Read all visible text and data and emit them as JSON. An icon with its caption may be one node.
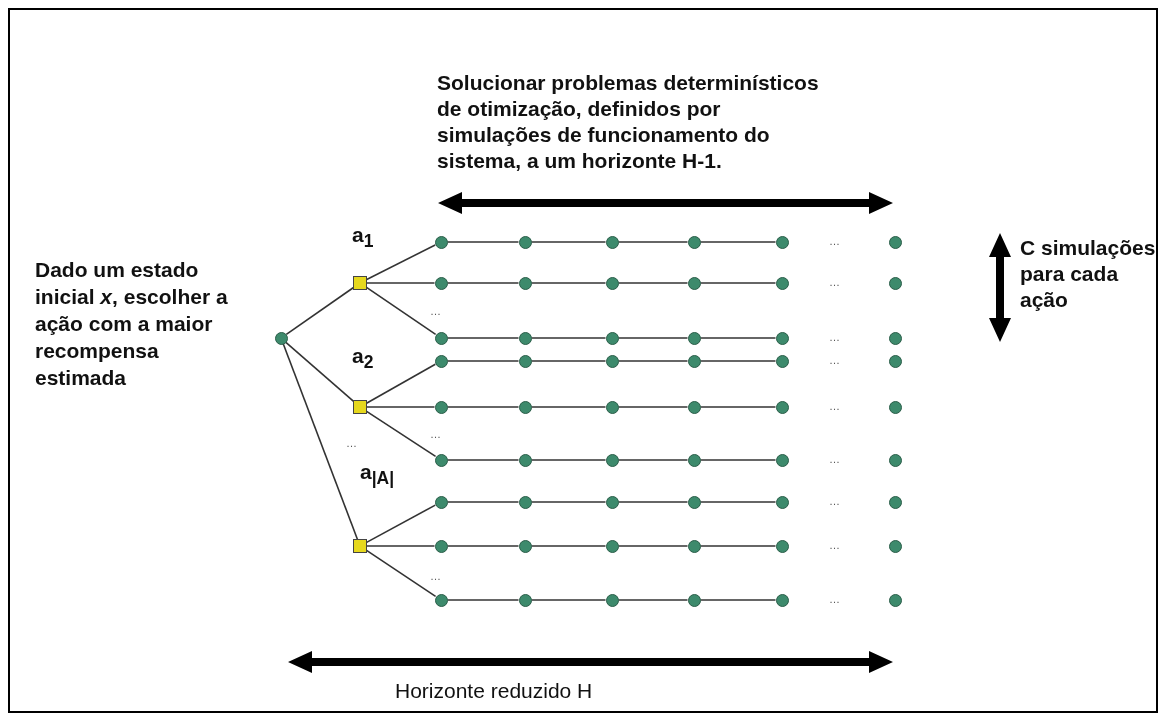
{
  "diagram": {
    "nodes": [
      {
        "text": [],
        "shape": "circle",
        "beside": [
          "Dado um estado inicial *x*, escolher a ação com a maior recompensa estimada"
        ]
      },
      {
        "text": [],
        "shape": "box",
        "beside": [
          "a$_{1}$"
        ]
      },
      {
        "text": [],
        "shape": "circle"
      },
      {
        "text": [],
        "shape": "circle"
      },
      {
        "text": [],
        "shape": "circle"
      },
      {
        "text": [],
        "shape": "circle"
      },
      {
        "text": [],
        "shape": "circle"
      },
      {
        "text": [],
        "shape": "circle"
      },
      {
        "text": [],
        "shape": "circle"
      },
      {
        "text": [],
        "shape": "circle"
      },
      {
        "text": [],
        "shape": "circle"
      },
      {
        "text": [],
        "shape": "circle"
      },
      {
        "text": [],
        "shape": "circle"
      },
      {
        "text": [],
        "shape": "circle"
      },
      {
        "text": [],
        "shape": "circle"
      },
      {
        "text": [],
        "shape": "circle"
      },
      {
        "text": [],
        "shape": "circle"
      },
      {
        "text": [],
        "shape": "circle"
      },
      {
        "text": [],
        "shape": "circle"
      },
      {
        "text": [],
        "shape": "circle"
      },
      {
        "text": [],
        "shape": "box",
        "beside": [
          "a$_{2}$"
        ]
      },
      {
        "text": [],
        "shape": "circle"
      },
      {
        "text": [],
        "shape": "circle"
      },
      {
        "text": [],
        "shape": "circle"
      },
      {
        "text": [],
        "shape": "circle"
      },
      {
        "text": [],
        "shape": "circle"
      },
      {
        "text": [],
        "shape": "circle"
      },
      {
        "text": [],
        "shape": "circle"
      },
      {
        "text": [],
        "shape": "circle"
      },
      {
        "text": [],
        "shape": "circle"
      },
      {
        "text": [],
        "shape": "circle"
      },
      {
        "text": [],
        "shape": "circle"
      },
      {
        "text": [],
        "shape": "circle"
      },
      {
        "text": [],
        "shape": "circle"
      },
      {
        "text": [],
        "shape": "circle"
      },
      {
        "text": [],
        "shape": "circle"
      },
      {
        "text": [],
        "shape": "circle"
      },
      {
        "text": [],
        "shape": "circle"
      },
      {
        "text": [],
        "shape": "circle"
      },
      {
        "text": [],
        "shape": "box",
        "beside": [
          "a$_{|A|}$"
        ]
      },
      {
        "text": [],
        "shape": "circle"
      },
      {
        "text": [],
        "shape": "circle"
      },
      {
        "text": [],
        "shape": "circle"
      },
      {
        "text": [],
        "shape": "circle"
      },
      {
        "text": [],
        "shape": "circle"
      },
      {
        "text": [],
        "shape": "circle"
      },
      {
        "text": [],
        "shape": "circle"
      },
      {
        "text": [],
        "shape": "circle"
      },
      {
        "text": [],
        "shape": "circle"
      },
      {
        "text": [],
        "shape": "circle"
      },
      {
        "text": [],
        "shape": "circle"
      },
      {
        "text": [],
        "shape": "circle"
      },
      {
        "text": [],
        "shape": "circle"
      },
      {
        "text": [],
        "shape": "circle"
      },
      {
        "text": [],
        "shape": "circle"
      },
      {
        "text": [],
        "shape": "circle"
      },
      {
        "text": [],
        "shape": "circle"
      },
      {
        "text": [],
        "shape": "circle"
      },
      {
        "text": [],
        "shape": "arrow"
      },
      {
        "text": [],
        "shape": "arrow"
      },
      {
        "text": [],
        "shape": "arrow"
      }
    ],
    "edges": [
      {
        "from": 0,
        "to": 1,
        "arrow": "none"
      },
      {
        "from": 0,
        "to": 20,
        "arrow": "none"
      },
      {
        "from": 0,
        "to": 39,
        "arrow": "none"
      },
      {
        "from": 1,
        "to": 2,
        "arrow": "none"
      },
      {
        "from": 1,
        "to": 8,
        "arrow": "none"
      },
      {
        "from": 1,
        "to": 14,
        "arrow": "none"
      },
      {
        "from": 2,
        "to": 3,
        "arrow": "none"
      },
      {
        "from": 3,
        "to": 4,
        "arrow": "none"
      },
      {
        "from": 4,
        "to": 5,
        "arrow": "none"
      },
      {
        "from": 5,
        "to": 6,
        "arrow": "none"
      },
      {
        "from": 8,
        "to": 9,
        "arrow": "none"
      },
      {
        "from": 9,
        "to": 10,
        "arrow": "none"
      },
      {
        "from": 10,
        "to": 11,
        "arrow": "none"
      },
      {
        "from": 11,
        "to": 12,
        "arrow": "none"
      },
      {
        "from": 14,
        "to": 15,
        "arrow": "none"
      },
      {
        "from": 15,
        "to": 16,
        "arrow": "none"
      },
      {
        "from": 16,
        "to": 17,
        "arrow": "none"
      },
      {
        "from": 17,
        "to": 18,
        "arrow": "none"
      },
      {
        "from": 20,
        "to": 21,
        "arrow": "none"
      },
      {
        "from": 20,
        "to": 27,
        "arrow": "none"
      },
      {
        "from": 20,
        "to": 33,
        "arrow": "none"
      },
      {
        "from": 21,
        "to": 22,
        "arrow": "none"
      },
      {
        "from": 22,
        "to": 23,
        "arrow": "none"
      },
      {
        "from": 23,
        "to": 24,
        "arrow": "none"
      },
      {
        "from": 24,
        "to": 25,
        "arrow": "none"
      },
      {
        "from": 27,
        "to": 28,
        "arrow": "none"
      },
      {
        "from": 28,
        "to": 29,
        "arrow": "none"
      },
      {
        "from": 29,
        "to": 30,
        "arrow": "none"
      },
      {
        "from": 30,
        "to": 31,
        "arrow": "none"
      },
      {
        "from": 33,
        "to": 34,
        "arrow": "none"
      },
      {
        "from": 34,
        "to": 35,
        "arrow": "none"
      },
      {
        "from": 35,
        "to": 36,
        "arrow": "none"
      },
      {
        "from": 36,
        "to": 37,
        "arrow": "none"
      },
      {
        "from": 39,
        "to": 40,
        "arrow": "none"
      },
      {
        "from": 39,
        "to": 46,
        "arrow": "none"
      },
      {
        "from": 39,
        "to": 52,
        "arrow": "none"
      },
      {
        "from": 40,
        "to": 41,
        "arrow": "none"
      },
      {
        "from": 41,
        "to": 42,
        "arrow": "none"
      },
      {
        "from": 42,
        "to": 43,
        "arrow": "none"
      },
      {
        "from": 43,
        "to": 44,
        "arrow": "none"
      },
      {
        "from": 46,
        "to": 47,
        "arrow": "none"
      },
      {
        "from": 47,
        "to": 48,
        "arrow": "none"
      },
      {
        "from": 48,
        "to": 49,
        "arrow": "none"
      },
      {
        "from": 49,
        "to": 50,
        "arrow": "none"
      },
      {
        "from": 52,
        "to": 53,
        "arrow": "none"
      },
      {
        "from": 53,
        "to": 54,
        "arrow": "none"
      },
      {
        "from": 54,
        "to": 55,
        "arrow": "none"
      },
      {
        "from": 55,
        "to": 56,
        "arrow": "none"
      }
    ],
    "labels": [
      "Solucionar problemas determinísticos de otimização, definidos por simulações de funcionamento do sistema, a um horizonte H-1.",
      "C simulações para cada ação",
      "…",
      "…",
      "…",
      "…",
      "…",
      "…",
      "…",
      "…",
      "…",
      "…",
      "…",
      "…",
      "…",
      "Horizonte reduzido H"
    ]
  }
}
